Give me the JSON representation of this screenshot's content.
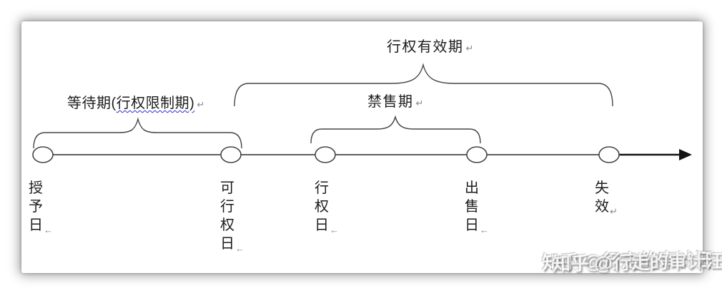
{
  "diagram": {
    "title_label": {
      "text": "行权有效期",
      "mark": "↵"
    },
    "waiting_period_label": {
      "prefix": "等待期(",
      "underlined_text": "行权限制期)",
      "mark": "↵"
    },
    "lockup_period_label": {
      "text": "禁售期",
      "mark": "↵"
    },
    "timeline_points": [
      {
        "id": "grant-date",
        "label": "授予日",
        "mark": "←"
      },
      {
        "id": "vesting-date",
        "label": "可行权日",
        "mark": "←"
      },
      {
        "id": "exercise-date",
        "label": "行权日",
        "mark": "←"
      },
      {
        "id": "sale-date",
        "label": "出售日",
        "mark": "←"
      },
      {
        "id": "expiry",
        "label": "失效",
        "mark": "↵"
      }
    ],
    "watermark": "知乎 @行走的审计汪",
    "colors": {
      "spellcheck_underline": "#2a2ad0",
      "diagram_stroke": "#454545",
      "text": "#1c1c1c",
      "paragraph_mark": "#8a8a8a"
    }
  }
}
